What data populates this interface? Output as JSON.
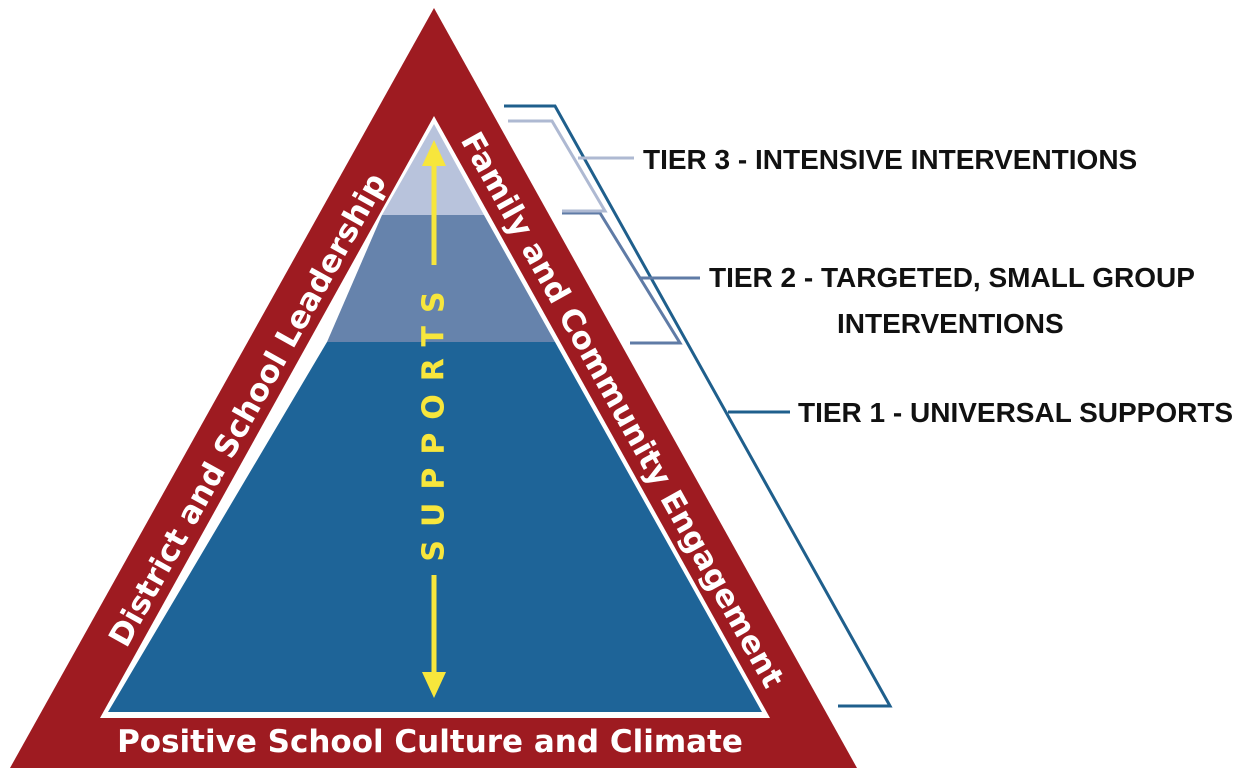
{
  "colors": {
    "frame": "#9e1b21",
    "tier1": "#1e6498",
    "tier2": "#6683ac",
    "tier3": "#b8c3dc",
    "arrow": "#f7e63c",
    "bracket1": "#1f5f8c",
    "bracket2": "#5f7ba6",
    "bracket3": "#aeb9d2",
    "white": "#ffffff"
  },
  "frame": {
    "left_label": "District and School Leadership",
    "right_label": "Family and Community Engagement",
    "base_label": "Positive School Culture and Climate"
  },
  "center": {
    "supports_label": "SUPPORTS"
  },
  "tiers": [
    {
      "label_lines": [
        "TIER 3 - INTENSIVE INTERVENTIONS"
      ]
    },
    {
      "label_lines": [
        "TIER 2 - TARGETED, SMALL GROUP",
        "INTERVENTIONS"
      ]
    },
    {
      "label_lines": [
        "TIER 1 - UNIVERSAL SUPPORTS"
      ]
    }
  ]
}
